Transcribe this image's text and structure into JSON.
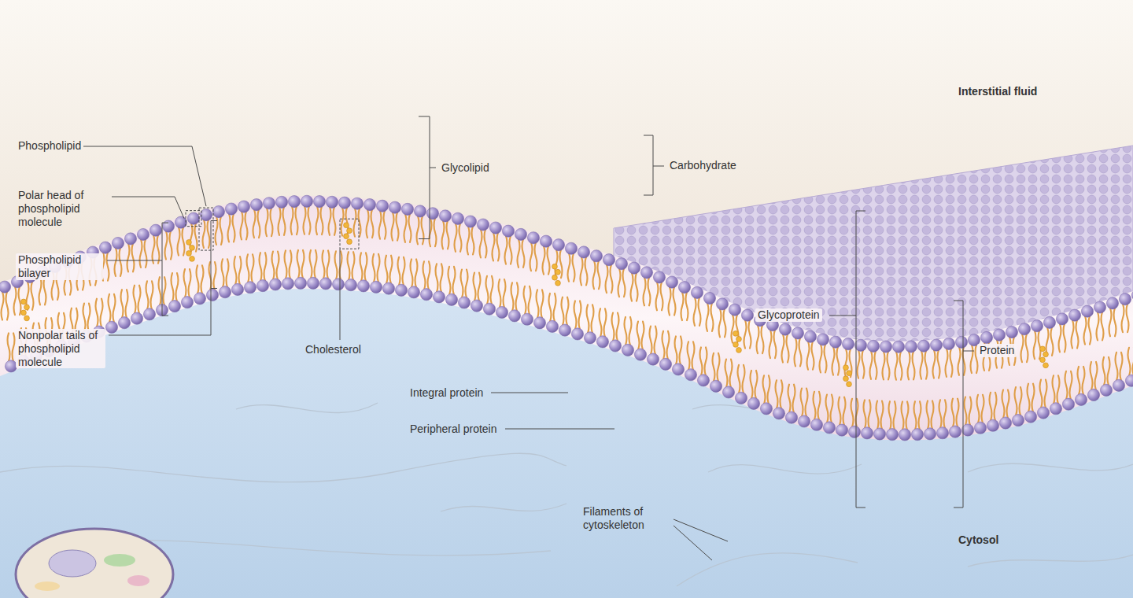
{
  "diagram": {
    "labels": [
      "Interstitial fluid",
      "Phospholipid",
      "Carbohydrate",
      "Glycolipid",
      "Polar head of phospholipid molecule",
      "Phospholipid bilayer",
      "Glycoprotein",
      "Nonpolar tails of phospholipid molecule",
      "Cholesterol",
      "Protein",
      "Integral protein",
      "Peripheral protein",
      "Filaments of cytoskeleton",
      "Cytosol"
    ]
  }
}
